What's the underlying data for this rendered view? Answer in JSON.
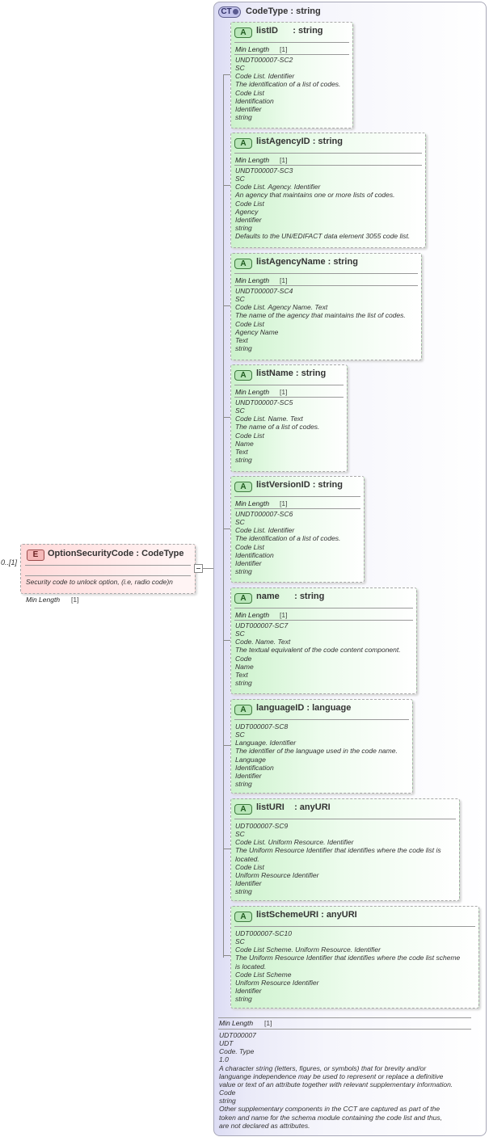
{
  "element": {
    "badge": "E",
    "name": "OptionSecurityCode",
    "type": "CodeType",
    "multiplicity": "0..[1]",
    "facet_label": "Min Length",
    "facet_value": "[1]",
    "doc": "Security code to unlock option, (i.e, radio code)n"
  },
  "complex_type": {
    "badge": "CT",
    "name": "CodeType",
    "type": "string",
    "footer": {
      "facet_label": "Min Length",
      "facet_value": "[1]",
      "doc": [
        "UDT000007",
        "UDT",
        "Code. Type",
        "1.0",
        "A character string (letters, figures, or symbols) that for brevity and/or",
        "languange independence may be used to represent or replace a definitive",
        "value or text of an attribute together with relevant supplementary information.",
        "Code",
        "string",
        "Other supplementary components in the CCT are captured as part of the",
        "token and name for the schema module containing the code list and thus,",
        "are not declared as attributes."
      ]
    }
  },
  "attributes": [
    {
      "badge": "A",
      "name": "listID",
      "sep": "      : ",
      "type": "string",
      "facet_label": "Min Length",
      "facet_value": "[1]",
      "doc": [
        "UNDT000007-SC2",
        "SC",
        "Code List. Identifier",
        "The identification of a list of codes.",
        "Code List",
        "Identification",
        "Identifier",
        "string"
      ]
    },
    {
      "badge": "A",
      "name": "listAgencyID",
      "sep": " : ",
      "type": "string",
      "facet_label": "Min Length",
      "facet_value": "[1]",
      "doc": [
        "UNDT000007-SC3",
        "SC",
        "Code List. Agency. Identifier",
        "An agency that maintains one or more lists of codes.",
        "Code List",
        "Agency",
        "Identifier",
        "string",
        "Defaults to the UN/EDIFACT data element 3055 code list."
      ]
    },
    {
      "badge": "A",
      "name": "listAgencyName",
      "sep": " : ",
      "type": "string",
      "facet_label": "Min Length",
      "facet_value": "[1]",
      "doc": [
        "UNDT000007-SC4",
        "SC",
        "Code List. Agency Name. Text",
        "The name of the agency that maintains the list of codes.",
        "Code List",
        "Agency Name",
        "Text",
        "string"
      ]
    },
    {
      "badge": "A",
      "name": "listName",
      "sep": " : ",
      "type": "string",
      "facet_label": "Min Length",
      "facet_value": "[1]",
      "doc": [
        "UNDT000007-SC5",
        "SC",
        "Code List. Name. Text",
        "The name of a list of codes.",
        "Code List",
        "Name",
        "Text",
        "string"
      ]
    },
    {
      "badge": "A",
      "name": "listVersionID",
      "sep": " : ",
      "type": "string",
      "facet_label": "Min Length",
      "facet_value": "[1]",
      "doc": [
        "UNDT000007-SC6",
        "SC",
        "Code List. Identifier",
        "The identification of a list of codes.",
        "Code List",
        "Identification",
        "Identifier",
        "string"
      ]
    },
    {
      "badge": "A",
      "name": "name",
      "sep": "      : ",
      "type": "string",
      "facet_label": "Min Length",
      "facet_value": "[1]",
      "doc": [
        "UDT000007-SC7",
        "SC",
        "Code. Name. Text",
        "The textual equivalent of the code content component.",
        "Code",
        "Name",
        "Text",
        "string"
      ]
    },
    {
      "badge": "A",
      "name": "languageID",
      "sep": " : ",
      "type": "language",
      "facet_label": "",
      "facet_value": "",
      "doc": [
        "UDT000007-SC8",
        "SC",
        "Language. Identifier",
        "The identifier of the language used in the code name.",
        "Language",
        "Identification",
        "Identifier",
        "string"
      ]
    },
    {
      "badge": "A",
      "name": "listURI",
      "sep": "    : ",
      "type": "anyURI",
      "facet_label": "",
      "facet_value": "",
      "doc": [
        "UDT000007-SC9",
        "SC",
        "Code List. Uniform Resource. Identifier",
        "The Uniform Resource Identifier that identifies where the code list is",
        "located.",
        "Code List",
        "Uniform Resource Identifier",
        "Identifier",
        "string"
      ]
    },
    {
      "badge": "A",
      "name": "listSchemeURI",
      "sep": " : ",
      "type": "anyURI",
      "facet_label": "",
      "facet_value": "",
      "doc": [
        "UDT000007-SC10",
        "SC",
        "Code List Scheme. Uniform Resource. Identifier",
        "The Uniform Resource Identifier that identifies where the code list scheme",
        "is located.",
        "Code List Scheme",
        "Uniform Resource Identifier",
        "Identifier",
        "string"
      ]
    }
  ]
}
